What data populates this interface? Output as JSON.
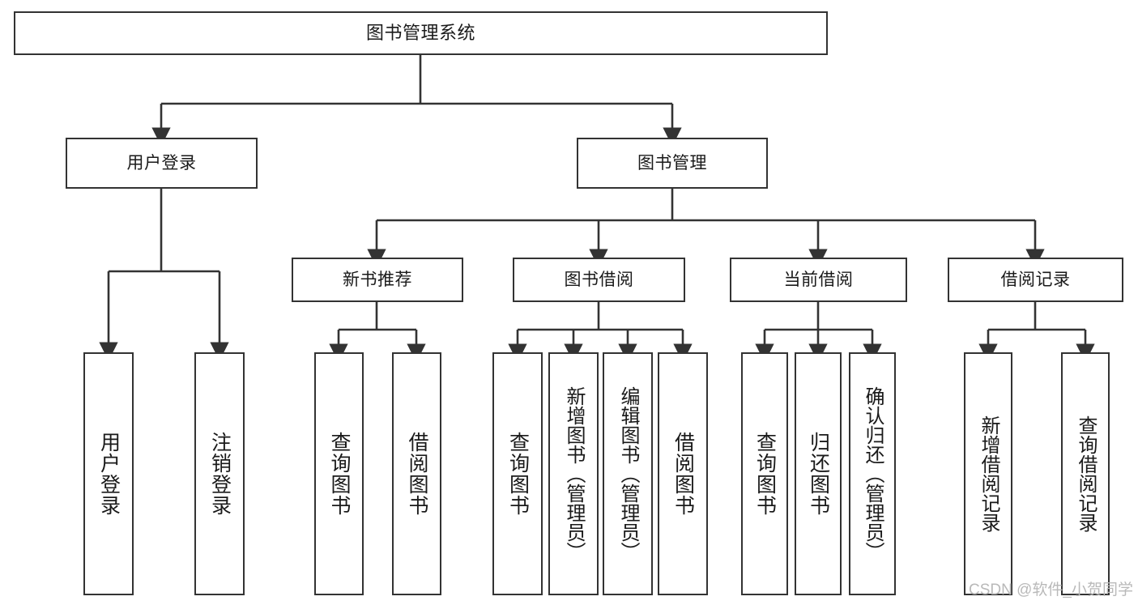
{
  "diagram": {
    "title": "图书管理系统",
    "type": "tree",
    "line_color": "#333333",
    "box_fill": "#ffffff",
    "text_color": "#1a1a1a",
    "nodes": {
      "root": {
        "label": "图书管理系统"
      },
      "level1": [
        {
          "id": "user-login",
          "label": "用户登录"
        },
        {
          "id": "book-management",
          "label": "图书管理"
        }
      ],
      "level2": [
        {
          "id": "new-book-recommend",
          "label": "新书推荐"
        },
        {
          "id": "book-borrow",
          "label": "图书借阅"
        },
        {
          "id": "current-borrow",
          "label": "当前借阅"
        },
        {
          "id": "borrow-record",
          "label": "借阅记录"
        }
      ],
      "leaves": {
        "user_login": [
          {
            "id": "leaf-user-login",
            "label": "用户登录"
          },
          {
            "id": "leaf-logout-login",
            "label": "注销登录"
          }
        ],
        "new_book_recommend": [
          {
            "id": "leaf-query-book-1",
            "label": "查询图书"
          },
          {
            "id": "leaf-borrow-book-1",
            "label": "借阅图书"
          }
        ],
        "book_borrow": [
          {
            "id": "leaf-query-book-2",
            "label": "查询图书"
          },
          {
            "id": "leaf-add-book",
            "label": "新增图书（管理员）"
          },
          {
            "id": "leaf-edit-book",
            "label": "编辑图书（管理员）"
          },
          {
            "id": "leaf-borrow-book-2",
            "label": "借阅图书"
          }
        ],
        "current_borrow": [
          {
            "id": "leaf-query-book-3",
            "label": "查询图书"
          },
          {
            "id": "leaf-return-book",
            "label": "归还图书"
          },
          {
            "id": "leaf-confirm-return",
            "label": "确认归还（管理员）"
          }
        ],
        "borrow_record": [
          {
            "id": "leaf-add-record",
            "label": "新增借阅记录"
          },
          {
            "id": "leaf-query-record",
            "label": "查询借阅记录"
          }
        ]
      }
    }
  },
  "watermark": {
    "text": "CSDN @软件_小贺同学"
  }
}
